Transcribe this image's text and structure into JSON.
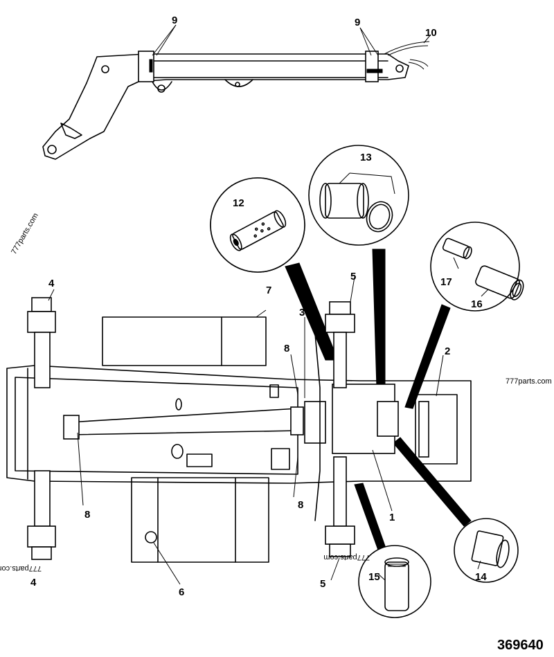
{
  "drawing_number": "369640",
  "watermarks": [
    "777parts.com",
    "777parts.com",
    "777parts.com",
    "777parts.com"
  ],
  "callouts": {
    "n1": "1",
    "n2": "2",
    "n3": "3",
    "n4": "4",
    "n5": "5",
    "n6": "6",
    "n7": "7",
    "n8": "8",
    "n9": "9",
    "n10": "10",
    "n12": "12",
    "n13": "13",
    "n14": "14",
    "n15": "15",
    "n16": "16",
    "n17": "17"
  }
}
